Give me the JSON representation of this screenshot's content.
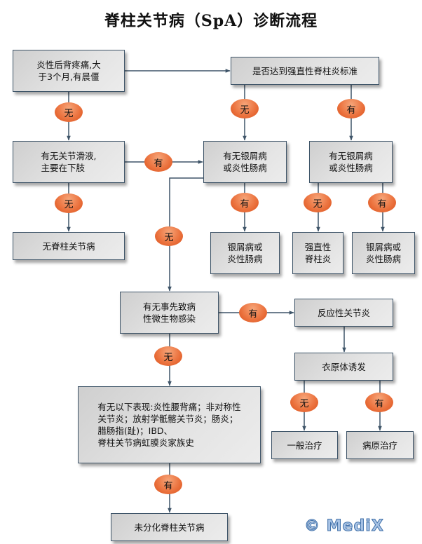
{
  "title": "脊柱关节病（SpA）诊断流程",
  "nodes": {
    "start": "炎性后背疼痛,大\n于3个月,有晨僵",
    "as_criteria": "是否达到强直性脊柱炎标准",
    "synovitis": "有无关节滑液,\n主要在下肢",
    "pso_ibd_mid": "有无银屑病\n或炎性肠病",
    "pso_ibd_right": "有无银屑病\n或炎性肠病",
    "no_spa": "无脊柱关节病",
    "result_pso_ibd_1": "银屑病或\n炎性肠病",
    "result_as": "强直性\n脊柱炎",
    "result_pso_ibd_2": "银屑病或\n炎性肠病",
    "infection": "有无事先致病\n性微生物感染",
    "reactive": "反应性关节炎",
    "chlamydia": "衣原体诱发",
    "features": "有无以下表现:炎性腰背痛；非对称性\n关节炎；放射学骶髂关节炎；肠炎；\n腊肠指(趾)；IBD、\n脊柱关节病虹膜炎家族史",
    "general_tx": "一般治疗",
    "pathogen_tx": "病原治疗",
    "undiff": "未分化脊柱关节病"
  },
  "labels": {
    "no": "无",
    "yes": "有"
  },
  "logo": "© MediX",
  "colors": {
    "line": "#3e5468",
    "pill": "#ec7440",
    "box_border": "#3e5468"
  }
}
